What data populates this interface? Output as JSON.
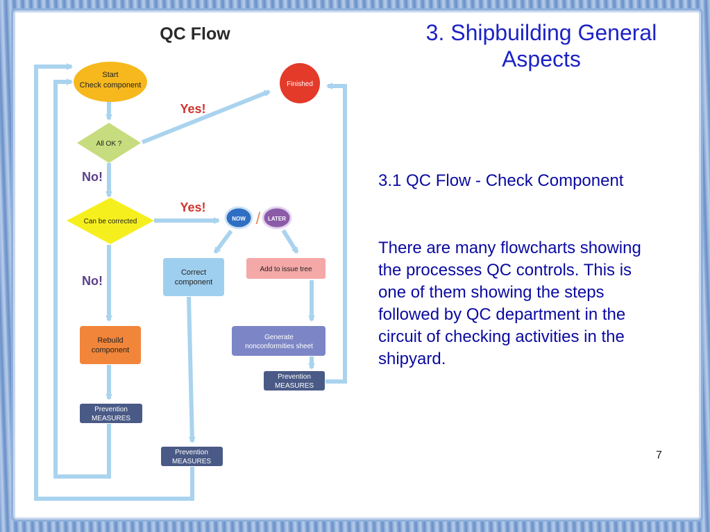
{
  "slide": {
    "title": "3. Shipbuilding General Aspects",
    "subtitle": "3.1 QC Flow - Check Component",
    "body": "There are many flowcharts showing the processes QC controls. This is one of them showing the steps followed by QC department in the circuit of checking activities in the shipyard.",
    "page_number": "7"
  },
  "flowchart": {
    "heading": "QC Flow",
    "start": [
      "Start",
      "Check component"
    ],
    "finished": "Finished",
    "all_ok": "All OK ?",
    "can_be_corrected": "Can be corrected",
    "yes1": "Yes!",
    "yes2": "Yes!",
    "no1": "No!",
    "no2": "No!",
    "now": "NOW",
    "slash": "/",
    "later": "LATER",
    "correct_component": [
      "Correct",
      "component"
    ],
    "add_to_issue_tree": "Add to issue tree",
    "rebuild_component": [
      "Rebuild",
      "component"
    ],
    "generate_sheet": [
      "Generate",
      "nonconformities sheet"
    ],
    "prevention_right": [
      "Prevention",
      "MEASURES"
    ],
    "prevention_left": [
      "Prevention",
      "MEASURES"
    ],
    "prevention_middle": [
      "Prevention",
      "MEASURES"
    ]
  },
  "colors": {
    "arrow": "#a9d3ee",
    "start_node": "#f6b81c",
    "finished_node": "#e33a2a",
    "decision_ok": "#c7dc7e",
    "decision_correct": "#f6ef1e",
    "now_badge": "#2f6fc3",
    "later_badge": "#8c5ba8",
    "correct_box": "#9fcfee",
    "issue_box": "#f5a8a8",
    "rebuild_box": "#f1853a",
    "generate_box": "#7c86c6",
    "prevention_box": "#4a5a86",
    "yes_text": "#d0342c",
    "no_text": "#5b3f86",
    "title_text": "#1c22c4",
    "body_text": "#0a0aa0"
  }
}
